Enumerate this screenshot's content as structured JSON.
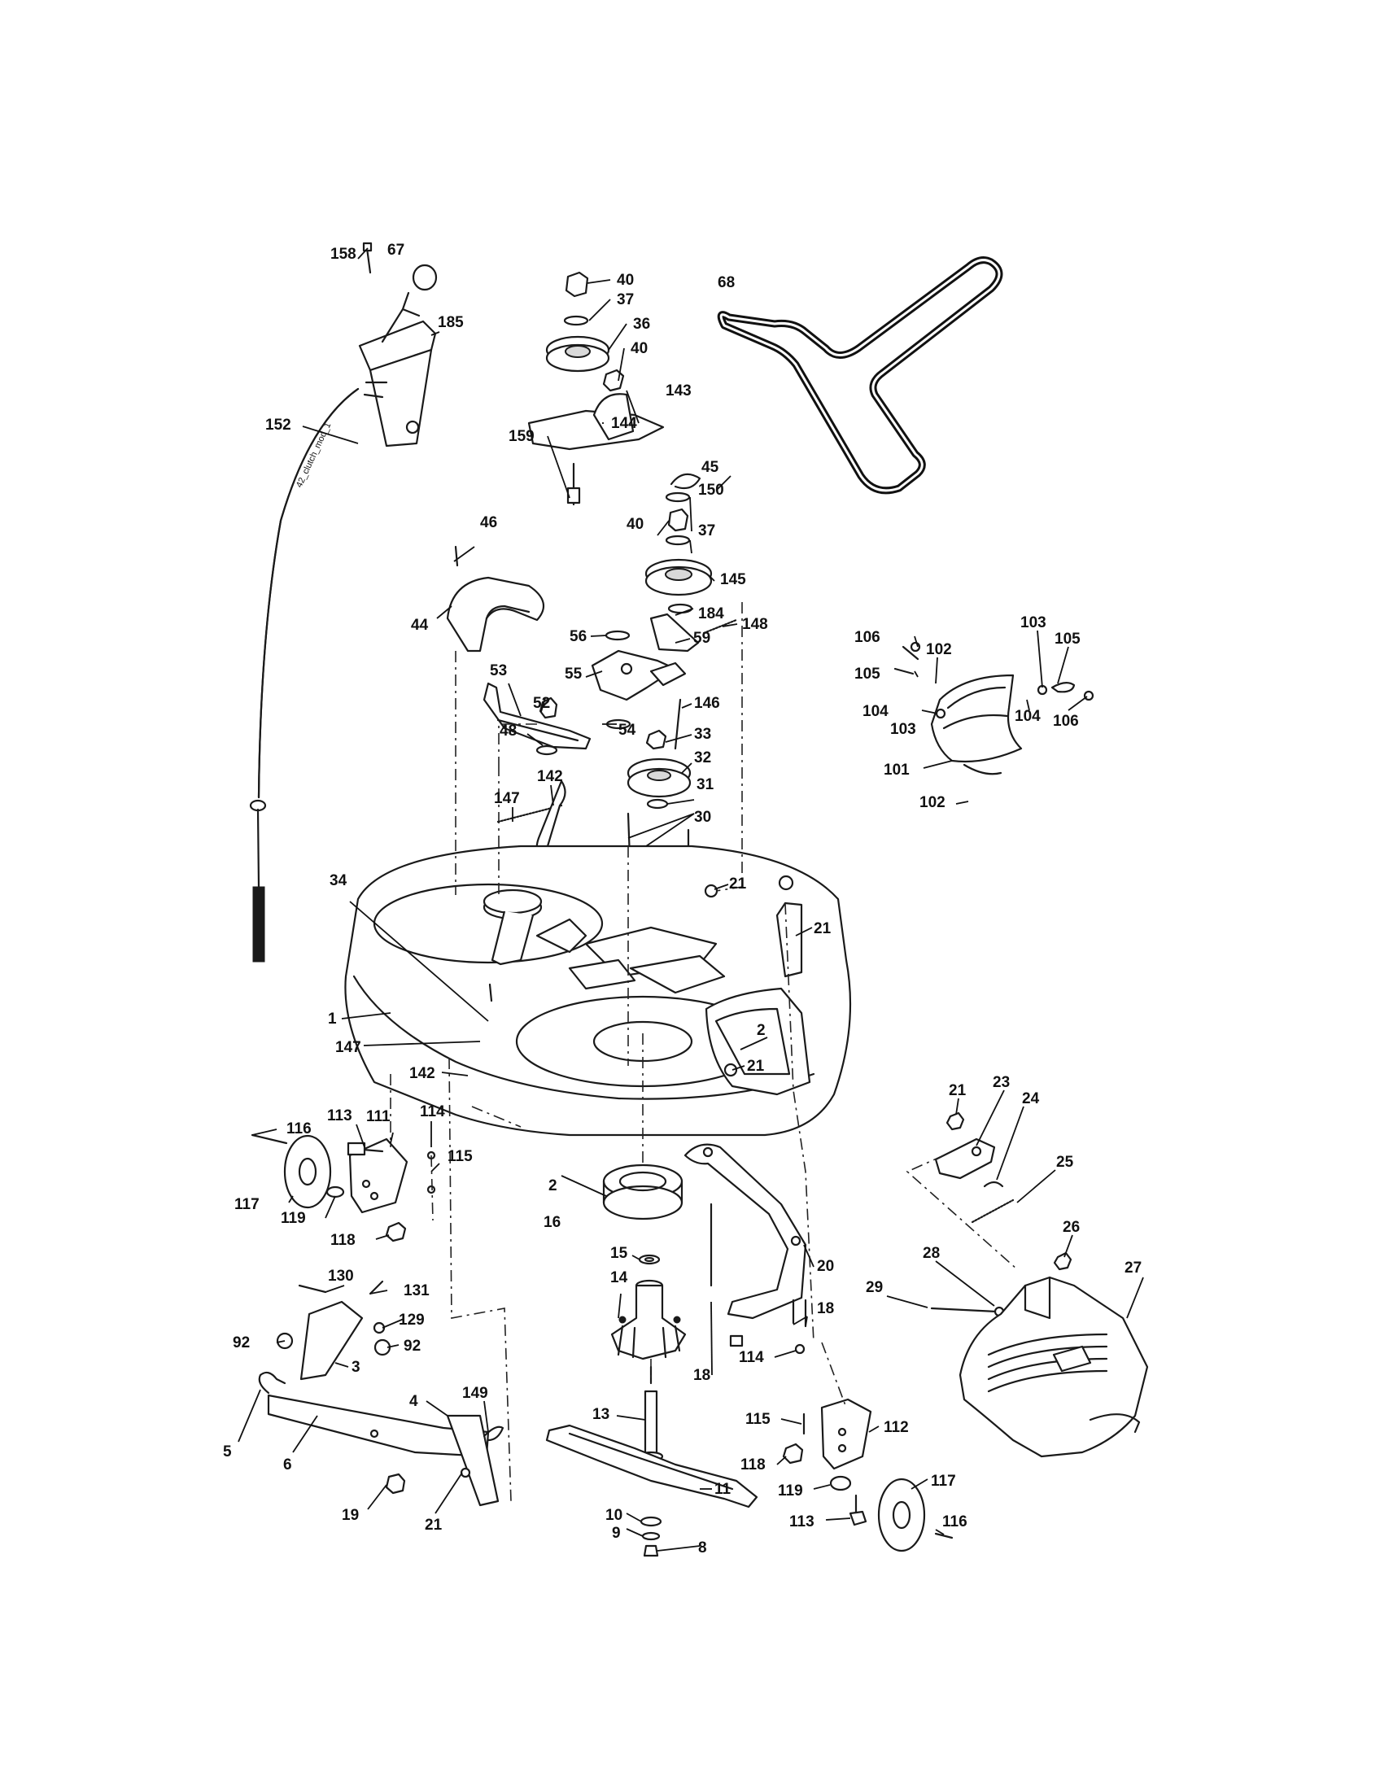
{
  "callouts": [
    {
      "id": "67",
      "text": "67"
    },
    {
      "id": "158",
      "text": "158"
    },
    {
      "id": "185",
      "text": "185"
    },
    {
      "id": "152",
      "text": "152"
    },
    {
      "id": "40a",
      "text": "40"
    },
    {
      "id": "37a",
      "text": "37"
    },
    {
      "id": "36",
      "text": "36"
    },
    {
      "id": "40b",
      "text": "40"
    },
    {
      "id": "143",
      "text": "143"
    },
    {
      "id": "144",
      "text": "144"
    },
    {
      "id": "159",
      "text": "159"
    },
    {
      "id": "68",
      "text": "68"
    },
    {
      "id": "45",
      "text": "45"
    },
    {
      "id": "150",
      "text": "150"
    },
    {
      "id": "40c",
      "text": "40"
    },
    {
      "id": "37b",
      "text": "37"
    },
    {
      "id": "46",
      "text": "46"
    },
    {
      "id": "145",
      "text": "145"
    },
    {
      "id": "44",
      "text": "44"
    },
    {
      "id": "184",
      "text": "184"
    },
    {
      "id": "56",
      "text": "56"
    },
    {
      "id": "59",
      "text": "59"
    },
    {
      "id": "148",
      "text": "148"
    },
    {
      "id": "53",
      "text": "53"
    },
    {
      "id": "55",
      "text": "55"
    },
    {
      "id": "52",
      "text": "52"
    },
    {
      "id": "146",
      "text": "146"
    },
    {
      "id": "48",
      "text": "48"
    },
    {
      "id": "54",
      "text": "54"
    },
    {
      "id": "33",
      "text": "33"
    },
    {
      "id": "32",
      "text": "32"
    },
    {
      "id": "142a",
      "text": "142"
    },
    {
      "id": "147a",
      "text": "147"
    },
    {
      "id": "31",
      "text": "31"
    },
    {
      "id": "30",
      "text": "30"
    },
    {
      "id": "34",
      "text": "34"
    },
    {
      "id": "21a",
      "text": "21"
    },
    {
      "id": "21b",
      "text": "21"
    },
    {
      "id": "1",
      "text": "1"
    },
    {
      "id": "147b",
      "text": "147"
    },
    {
      "id": "2a",
      "text": "2"
    },
    {
      "id": "21c",
      "text": "21"
    },
    {
      "id": "142b",
      "text": "142"
    },
    {
      "id": "106a",
      "text": "106"
    },
    {
      "id": "102a",
      "text": "102"
    },
    {
      "id": "103a",
      "text": "103"
    },
    {
      "id": "105a",
      "text": "105"
    },
    {
      "id": "105b",
      "text": "105"
    },
    {
      "id": "104a",
      "text": "104"
    },
    {
      "id": "103b",
      "text": "103"
    },
    {
      "id": "104b",
      "text": "104"
    },
    {
      "id": "106b",
      "text": "106"
    },
    {
      "id": "101",
      "text": "101"
    },
    {
      "id": "102b",
      "text": "102"
    },
    {
      "id": "116a",
      "text": "116"
    },
    {
      "id": "113a",
      "text": "113"
    },
    {
      "id": "111",
      "text": "111"
    },
    {
      "id": "114a",
      "text": "114"
    },
    {
      "id": "115a",
      "text": "115"
    },
    {
      "id": "117a",
      "text": "117"
    },
    {
      "id": "119a",
      "text": "119"
    },
    {
      "id": "118a",
      "text": "118"
    },
    {
      "id": "2b",
      "text": "2"
    },
    {
      "id": "16",
      "text": "16"
    },
    {
      "id": "15",
      "text": "15"
    },
    {
      "id": "14",
      "text": "14"
    },
    {
      "id": "130",
      "text": "130"
    },
    {
      "id": "131",
      "text": "131"
    },
    {
      "id": "129",
      "text": "129"
    },
    {
      "id": "92a",
      "text": "92"
    },
    {
      "id": "92b",
      "text": "92"
    },
    {
      "id": "3",
      "text": "3"
    },
    {
      "id": "5",
      "text": "5"
    },
    {
      "id": "6",
      "text": "6"
    },
    {
      "id": "4",
      "text": "4"
    },
    {
      "id": "149",
      "text": "149"
    },
    {
      "id": "19",
      "text": "19"
    },
    {
      "id": "21d",
      "text": "21"
    },
    {
      "id": "13",
      "text": "13"
    },
    {
      "id": "10",
      "text": "10"
    },
    {
      "id": "9",
      "text": "9"
    },
    {
      "id": "8",
      "text": "8"
    },
    {
      "id": "11",
      "text": "11"
    },
    {
      "id": "20",
      "text": "20"
    },
    {
      "id": "18a",
      "text": "18"
    },
    {
      "id": "18b",
      "text": "18"
    },
    {
      "id": "114b",
      "text": "114"
    },
    {
      "id": "115b",
      "text": "115"
    },
    {
      "id": "112",
      "text": "112"
    },
    {
      "id": "118b",
      "text": "118"
    },
    {
      "id": "119b",
      "text": "119"
    },
    {
      "id": "117b",
      "text": "117"
    },
    {
      "id": "113b",
      "text": "113"
    },
    {
      "id": "116b",
      "text": "116"
    },
    {
      "id": "21e",
      "text": "21"
    },
    {
      "id": "23",
      "text": "23"
    },
    {
      "id": "24",
      "text": "24"
    },
    {
      "id": "25",
      "text": "25"
    },
    {
      "id": "26",
      "text": "26"
    },
    {
      "id": "28",
      "text": "28"
    },
    {
      "id": "29",
      "text": "29"
    },
    {
      "id": "27",
      "text": "27"
    }
  ],
  "cable_marking": "42_clutch_mod_1"
}
